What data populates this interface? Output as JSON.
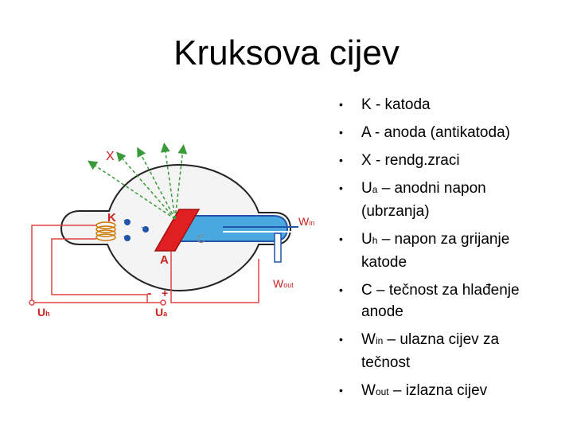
{
  "title": "Kruksova cijev",
  "bullets": [
    {
      "main": "K - katoda",
      "sub": "",
      "tail": "",
      "cont": ""
    },
    {
      "main": "A - anoda (antikatoda)",
      "sub": "",
      "tail": "",
      "cont": ""
    },
    {
      "main": "X - rendg.zraci",
      "sub": "",
      "tail": "",
      "cont": ""
    },
    {
      "main": "U",
      "sub": "a",
      "tail": " – anodni napon",
      "cont": "(ubrzanja)"
    },
    {
      "main": "U",
      "sub": "h",
      "tail": " – napon za grijanje",
      "cont": "katode"
    },
    {
      "main": "C – tečnost za hlađenje",
      "sub": "",
      "tail": "",
      "cont": "anode"
    },
    {
      "main": "W",
      "sub": "in",
      "tail": " – ulazna cijev za",
      "cont": "tečnost"
    },
    {
      "main": "W",
      "sub": "out",
      "tail": " – izlazna cijev",
      "cont": ""
    }
  ],
  "bullet_glyph": "•",
  "diagram": {
    "label_x": "X",
    "label_k": "K",
    "label_a": "A",
    "label_c": "C",
    "label_w": "W",
    "label_w_in_sub": "in",
    "label_w_out_sub": "out",
    "label_u": "U",
    "label_uh_sub": "h",
    "label_ua_sub": "a",
    "label_minus": "-",
    "label_plus": "+",
    "electron_sign": "-",
    "colors": {
      "red": "#e02020",
      "blue": "#4aa8e0",
      "dark_blue": "#2255aa",
      "label_red": "#cc2222",
      "arrow_green": "#3a9a3a",
      "wire": "#dd4444"
    }
  }
}
